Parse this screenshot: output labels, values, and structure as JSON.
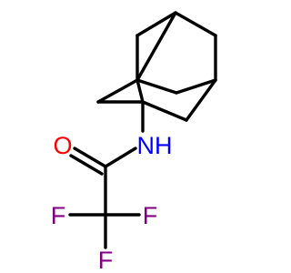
{
  "molecule": {
    "atoms": [
      {
        "id": "O",
        "label": "O",
        "color": "#ff0000"
      },
      {
        "id": "N",
        "label": "NH",
        "color": "#0000ff"
      },
      {
        "id": "F1",
        "label": "F",
        "color": "#800080"
      },
      {
        "id": "F2",
        "label": "F",
        "color": "#800080"
      },
      {
        "id": "F3",
        "label": "F",
        "color": "#800080"
      }
    ]
  }
}
